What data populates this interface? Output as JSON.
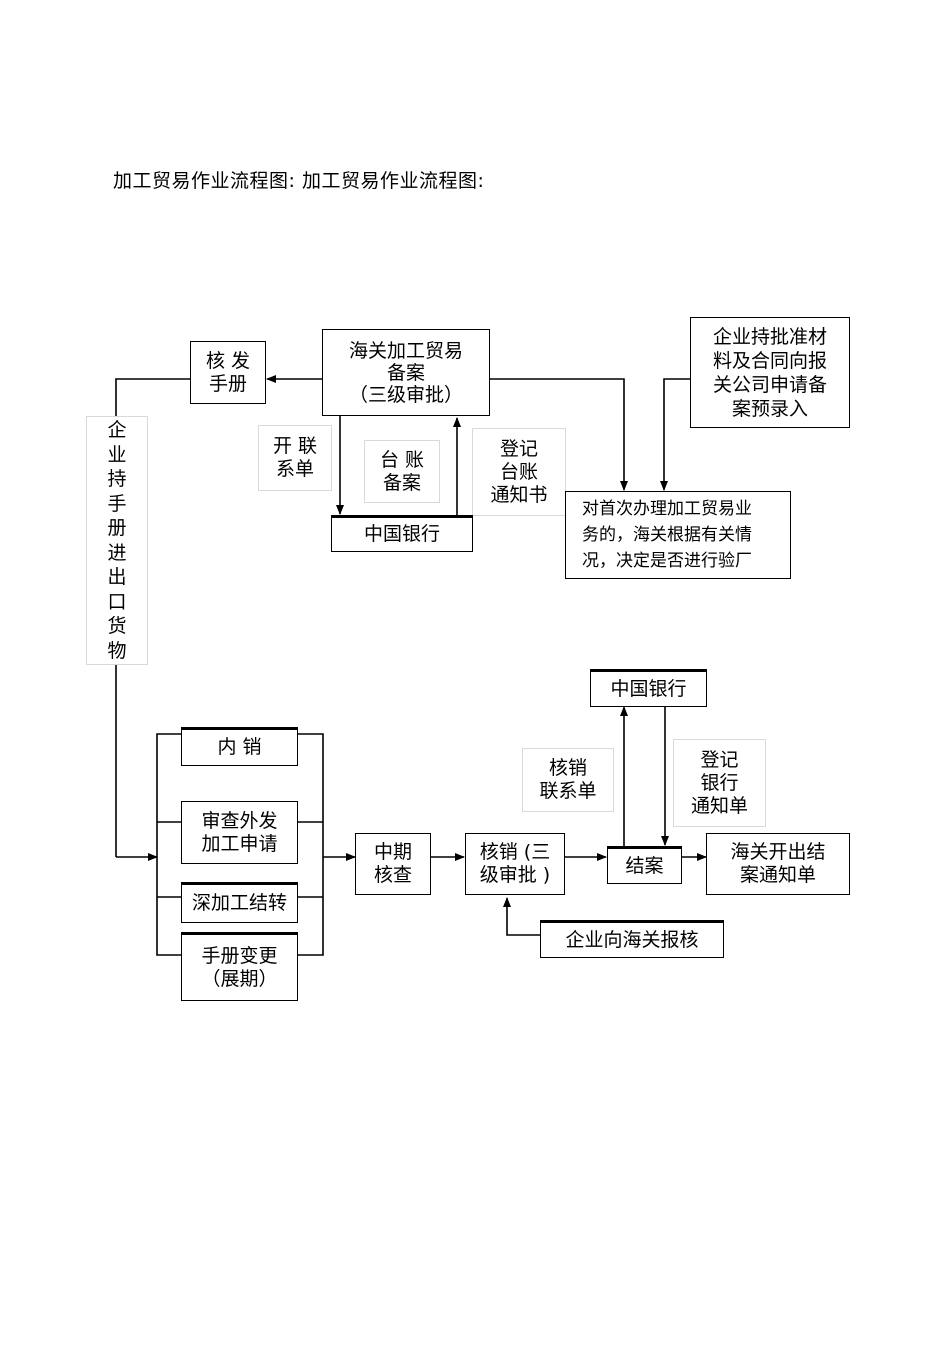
{
  "title": "加工贸易作业流程图: 加工贸易作业流程图:",
  "nodes": {
    "customs_record": "海关加工贸易\n备案\n（三级审批）",
    "issue_manual": "核 发\n手册",
    "enterprise_approval": "企业持批准材\n料及合同向报\n关公司申请备\n案预录入",
    "open_contact": "开 联\n系单",
    "ledger_record": "台 账\n备案",
    "register_ledger_notice": "登记\n台账\n通知书",
    "bank_top": "中国银行",
    "first_time_note": "对首次办理加工贸易业\n务的，海关根据有关情\n况，决定是否进行验厂",
    "enterprise_manual_goods": "企\n业\n持\n手\n册\n进\n出\n口\n货\n物",
    "domestic_sale": "内  销",
    "review_outsourcing": "审查外发\n加工申请",
    "deep_processing": "深加工结转",
    "manual_change": "手册变更\n（展期）",
    "midterm_check": "中期\n核查",
    "verification": "核销 (三\n级审批 )",
    "verification_contact": "核销\n联系单",
    "bank_bottom": "中国银行",
    "register_bank_notice": "登记\n银行\n通知单",
    "close_case": "结案",
    "customs_close_notice": "海关开出结\n案通知单",
    "enterprise_report": "企业向海关报核"
  }
}
